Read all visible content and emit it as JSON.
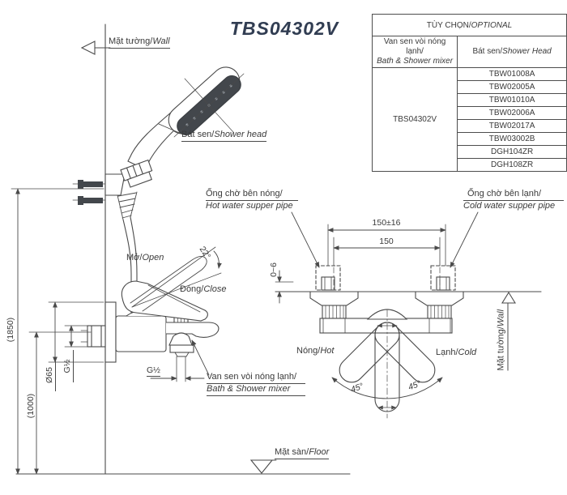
{
  "title": "TBS04302V",
  "colors": {
    "line": "#4a4a4a",
    "title": "#313d52",
    "text": "#3a3a3a",
    "shower_face": "#43474c"
  },
  "option_table": {
    "title_vi": "TÙY CHỌN/",
    "title_en": "OPTIONAL",
    "mixer_col_vi": "Van sen vòi nóng lạnh/",
    "mixer_col_en": "Bath & Shower mixer",
    "head_col_vi": "Bát sen/",
    "head_col_en": "Shower Head",
    "mixer_model": "TBS04302V",
    "head_models": [
      "TBW01008A",
      "TBW02005A",
      "TBW01010A",
      "TBW02006A",
      "TBW02017A",
      "TBW03002B",
      "DGH104ZR",
      "DGH108ZR"
    ]
  },
  "labels": {
    "wall_top": {
      "vi": "Mặt tường/",
      "en": "Wall"
    },
    "shower_head": {
      "vi": "Bát sen/",
      "en": "Shower head"
    },
    "open": {
      "vi": "Mở/",
      "en": "Open"
    },
    "close": {
      "vi": "Đóng/",
      "en": "Close"
    },
    "mixer": {
      "vi": "Van sen vòi nóng lạnh/",
      "en": "Bath & Shower mixer"
    },
    "hot_pipe": {
      "vi": "Ống chờ bên nóng/",
      "en": "Hot water supper pipe"
    },
    "cold_pipe": {
      "vi": "Ống chờ bên lạnh/",
      "en": "Cold water supper pipe"
    },
    "hot": {
      "vi": "Nóng/",
      "en": "Hot"
    },
    "cold": {
      "vi": "Lạnh/",
      "en": "Cold"
    },
    "floor": {
      "vi": "Mặt sàn/",
      "en": "Floor"
    },
    "wall_side": {
      "vi": "Mặt tường/",
      "en": "Wall"
    }
  },
  "dimensions": {
    "bracket_height": "(1850)",
    "mixer_height": "(1000)",
    "flange_diameter": "Ø65",
    "inlet_thread": "G½",
    "spout_thread": "G½",
    "pipe_span_tolerance": "150±16",
    "pipe_span": "150",
    "wall_protrusion": "0~6",
    "open_angle": "22°",
    "swing_left": "45°",
    "swing_right": "45°"
  }
}
